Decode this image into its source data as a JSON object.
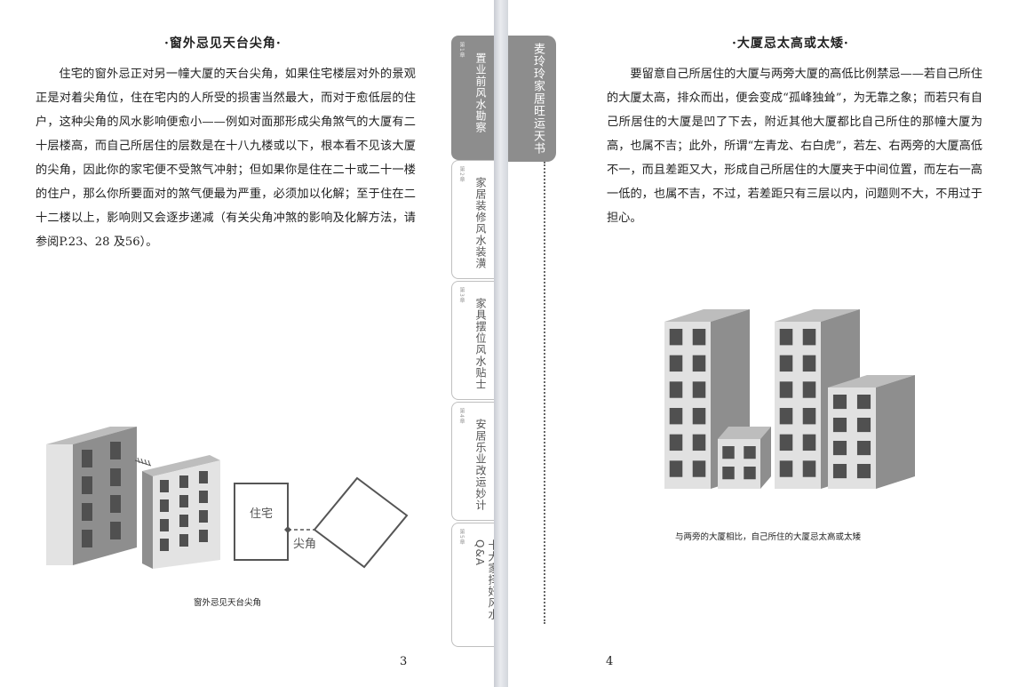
{
  "left_page": {
    "title": "·窗外忌见天台尖角·",
    "paragraph": "住宅的窗外忌正对另一幢大厦的天台尖角，如果住宅楼层对外的景观正是对着尖角位，住在宅内的人所受的损害当然最大，而对于愈低层的住户，这种尖角的风水影响便愈小——例如对面那形成尖角煞气的大厦有二十层楼高，而自己所居住的层数是在十八九楼或以下，根本看不见该大厦的尖角，因此你的家宅便不受煞气冲射；但如果你是住在二十或二十一楼的住户，那么你所要面对的煞气便最为严重，必须加以化解；至于住在二十二楼以上，影响则又会逐步递减（有关尖角冲煞的影响及化解方法，请参阅P.23、28 及56）。",
    "figure": {
      "house_label": "住宅",
      "corner_label": "尖角",
      "caption": "窗外忌见天台尖角"
    },
    "page_number": "3"
  },
  "chapter_tabs": [
    {
      "num": "第1章",
      "label": "置业前风水勘察",
      "active": true
    },
    {
      "num": "第2章",
      "label": "家居装修风水装潢",
      "active": false
    },
    {
      "num": "第3章",
      "label": "家具摆位风水贴士",
      "active": false
    },
    {
      "num": "第4章",
      "label": "安居乐业改运妙计",
      "active": false
    },
    {
      "num": "第5章",
      "label": "十大家择好风水Q&A",
      "active": false
    }
  ],
  "series_title": "麦玲玲家居旺运天书",
  "right_page": {
    "title": "·大厦忌太高或太矮·",
    "paragraph": "要留意自己所居住的大厦与两旁大厦的高低比例禁忌——若自己所住的大厦太高，排众而出，便会变成“孤峰独耸”，为无靠之象；而若只有自己所居住的大厦是凹了下去，附近其他大厦都比自己所住的那幢大厦为高，也属不吉；此外，所谓“左青龙、右白虎”，若左、右两旁的大厦高低不一，而且差距又大，形成自己所居住的大厦夹于中间位置，而左右一高一低的，也属不吉，不过，若差距只有三层以内，问题则不大，不用过于担心。",
    "figure": {
      "caption": "与两旁的大厦相比，自己所住的大厦忌太高或太矮"
    },
    "page_number": "4"
  },
  "colors": {
    "tab_active": "#8d8d8d",
    "building_front": "#e1e1e1",
    "building_side": "#8e8e8e",
    "building_top": "#bdbdbd",
    "window": "#505050"
  }
}
